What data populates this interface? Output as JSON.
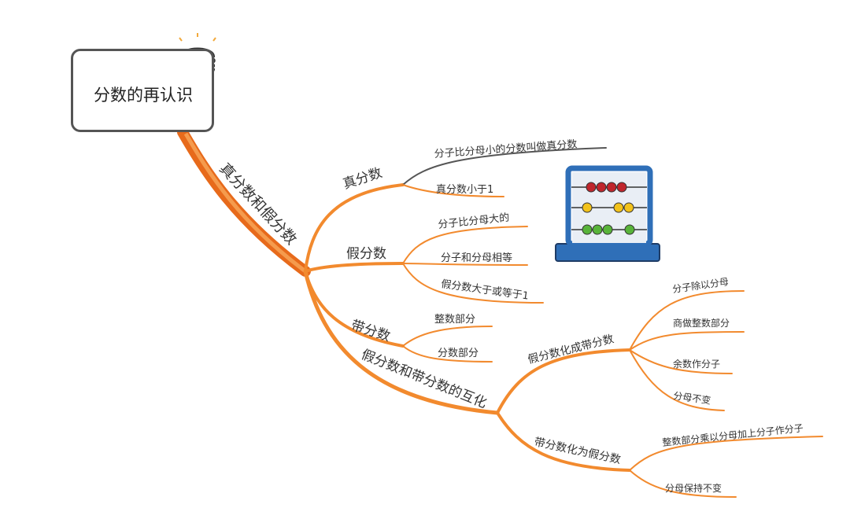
{
  "root": {
    "title": "分数的再认识"
  },
  "main_branch": {
    "label": "真分数和假分数"
  },
  "groups": [
    {
      "label": "真分数",
      "items": [
        "分子比分母小的分数叫做真分数",
        "真分数小于1"
      ]
    },
    {
      "label": "假分数",
      "items": [
        "分子比分母大的",
        "分子和分母相等",
        "假分数大于或等于1"
      ]
    },
    {
      "label": "带分数",
      "items": [
        "整数部分",
        "分数部分"
      ]
    },
    {
      "label": "假分数和带分数的互化",
      "subgroups": [
        {
          "label": "假分数化成带分数",
          "items": [
            "分子除以分母",
            "商做整数部分",
            "余数作分子",
            "分母不变"
          ]
        },
        {
          "label": "带分数化为假分数",
          "items": [
            "整数部分乘以分母加上分子作分子",
            "分母保持不变"
          ]
        }
      ]
    }
  ],
  "colors": {
    "branch": "#F28A2E",
    "branch_dark": "#E0641A",
    "text": "#333333",
    "abacus_frame": "#2F6FB8",
    "bead_red": "#C0262D",
    "bead_yellow": "#F2C21B",
    "bead_green": "#58B33A"
  },
  "icons": [
    "burger-icon",
    "abacus-icon"
  ]
}
